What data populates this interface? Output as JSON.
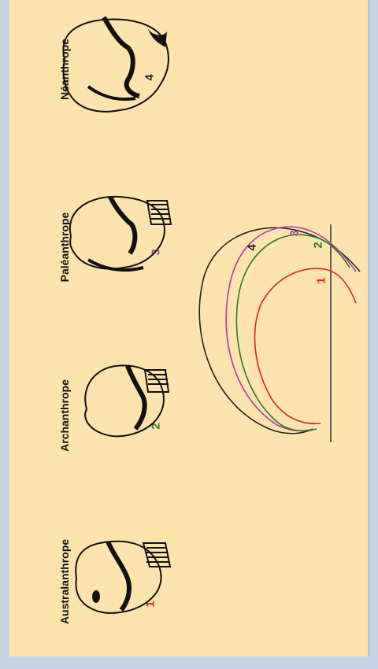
{
  "labels": {
    "neanthrope": "Néanthrope",
    "paleanthrope": "Paléanthrope",
    "archanthrope": "Archanthrope",
    "australanthrope": "Australanthrope"
  },
  "numbers": {
    "n1": "1",
    "n2": "2",
    "n3": "3",
    "n4": "4"
  },
  "colors": {
    "c1": "#e0231c",
    "c2": "#2a7a2e",
    "c3": "#b23aa6",
    "c4": "#222222",
    "panel": "#fde4ad",
    "border": "#c7d3e6"
  }
}
